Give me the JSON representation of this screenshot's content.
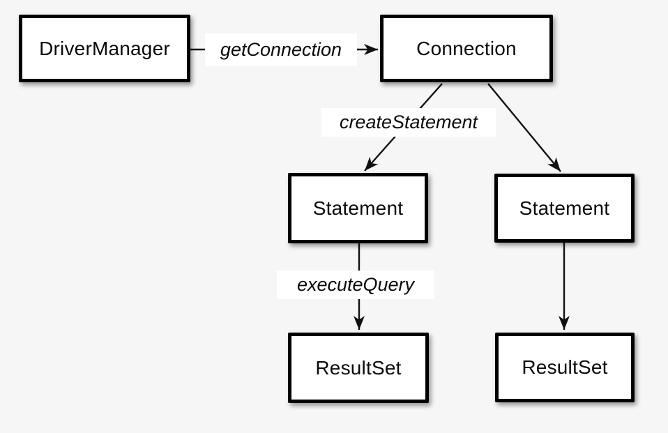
{
  "nodes": {
    "drivermanager": {
      "label": "DriverManager"
    },
    "connection": {
      "label": "Connection"
    },
    "statement_left": {
      "label": "Statement"
    },
    "statement_right": {
      "label": "Statement"
    },
    "resultset_left": {
      "label": "ResultSet"
    },
    "resultset_right": {
      "label": "ResultSet"
    }
  },
  "edges": {
    "getconnection": {
      "label": "getConnection",
      "from": "DriverManager",
      "to": "Connection"
    },
    "createstatement": {
      "label": "createStatement",
      "from": "Connection",
      "to": "Statement (left)"
    },
    "connection_statement_right": {
      "label": "",
      "from": "Connection",
      "to": "Statement (right)"
    },
    "executequery": {
      "label": "executeQuery",
      "from": "Statement (left)",
      "to": "ResultSet (left)"
    },
    "statement_resultset_right": {
      "label": "",
      "from": "Statement (right)",
      "to": "ResultSet (right)"
    }
  },
  "colors": {
    "background": "#f6f6f6",
    "node_fill": "#ffffff",
    "node_border": "#000000",
    "edge": "#111111",
    "edge_label_bg": "#ffffff",
    "text": "#0a0a0a"
  }
}
